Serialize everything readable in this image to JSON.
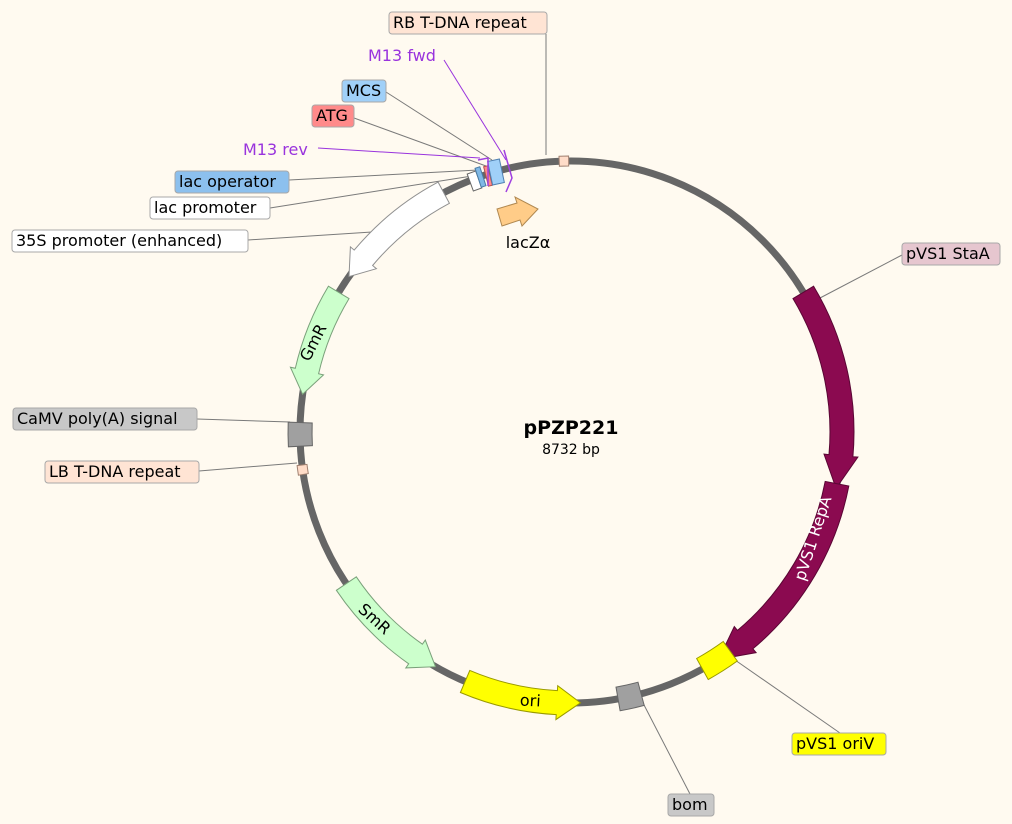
{
  "plasmid": {
    "name": "pPZP221",
    "size": "8732 bp"
  },
  "features": [
    {
      "id": "pvs1-staa",
      "label": "pVS1 StaA",
      "color": "#8b0a50",
      "stroke": "#5a0634",
      "label_bg": "#e6c6cf",
      "text_color": "#000000"
    },
    {
      "id": "pvs1-repa",
      "label": "pVS1 RepA",
      "color": "#8b0a50",
      "stroke": "#5a0634",
      "text_color": "#ffffff"
    },
    {
      "id": "pvs1-oriv",
      "label": "pVS1 oriV",
      "color": "#ffff00",
      "stroke": "#9a9a00",
      "label_bg": "#ffff00",
      "text_color": "#000000"
    },
    {
      "id": "bom",
      "label": "bom",
      "color": "#a0a0a0",
      "stroke": "#666666",
      "label_bg": "#c8c8c8",
      "text_color": "#000000"
    },
    {
      "id": "ori",
      "label": "ori",
      "color": "#ffff00",
      "stroke": "#9a9a00",
      "text_color": "#000000"
    },
    {
      "id": "smr",
      "label": "SmR",
      "color": "#ccffcc",
      "stroke": "#7aa07a",
      "text_color": "#000000"
    },
    {
      "id": "lb-tdna",
      "label": "LB T-DNA repeat",
      "color": "#ffdcc8",
      "stroke": "#a08070",
      "label_bg": "#ffe4d4",
      "text_color": "#000000"
    },
    {
      "id": "camv-polya",
      "label": "CaMV poly(A) signal",
      "color": "#a0a0a0",
      "stroke": "#666666",
      "label_bg": "#c8c8c8",
      "text_color": "#000000"
    },
    {
      "id": "gmr",
      "label": "GmR",
      "color": "#ccffcc",
      "stroke": "#7aa07a",
      "text_color": "#000000"
    },
    {
      "id": "35s-promoter",
      "label": "35S promoter (enhanced)",
      "color": "#ffffff",
      "stroke": "#909090",
      "label_bg": "#ffffff",
      "text_color": "#000000"
    },
    {
      "id": "lac-promoter",
      "label": "lac promoter",
      "color": "#ffffff",
      "stroke": "#666666",
      "label_bg": "#ffffff",
      "text_color": "#000000"
    },
    {
      "id": "lac-operator",
      "label": "lac operator",
      "color": "#7fb8e6",
      "stroke": "#4a7ca6",
      "label_bg": "#8cc0ee",
      "text_color": "#000000"
    },
    {
      "id": "m13-rev",
      "label": "M13 rev",
      "color": "#a040e0",
      "text_color": "#9933dd"
    },
    {
      "id": "atg",
      "label": "ATG",
      "color": "#ff8a8a",
      "stroke": "#b05050",
      "label_bg": "#ff8a8a",
      "text_color": "#000000"
    },
    {
      "id": "mcs",
      "label": "MCS",
      "color": "#a0d0f8",
      "stroke": "#5080b0",
      "label_bg": "#a0d0f8",
      "text_color": "#000000"
    },
    {
      "id": "m13-fwd",
      "label": "M13 fwd",
      "color": "#a040e0",
      "text_color": "#9933dd"
    },
    {
      "id": "rb-tdna",
      "label": "RB T-DNA repeat",
      "color": "#ffdcc8",
      "stroke": "#a08070",
      "label_bg": "#ffe4d4",
      "text_color": "#000000"
    },
    {
      "id": "lacz-alpha",
      "label": "lacZα",
      "color": "#ffcc88",
      "stroke": "#b08850",
      "text_color": "#000000"
    }
  ],
  "colors": {
    "backbone": "#666666",
    "background": "#fffaf0",
    "leader": "#7a7a7a",
    "primer_leader": "#9933dd"
  }
}
